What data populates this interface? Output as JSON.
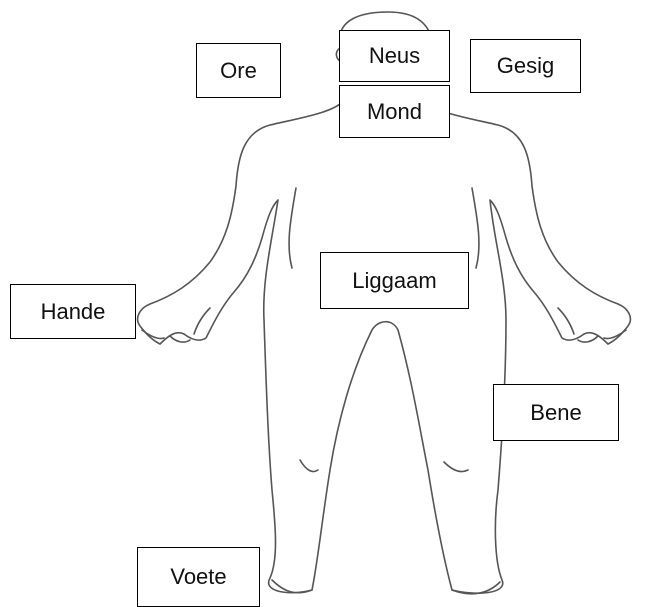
{
  "diagram": {
    "outline_color": "#555555",
    "labels": {
      "ore": "Ore",
      "neus": "Neus",
      "mond": "Mond",
      "gesig": "Gesig",
      "liggaam": "Liggaam",
      "hande": "Hande",
      "bene": "Bene",
      "voete": "Voete"
    }
  }
}
